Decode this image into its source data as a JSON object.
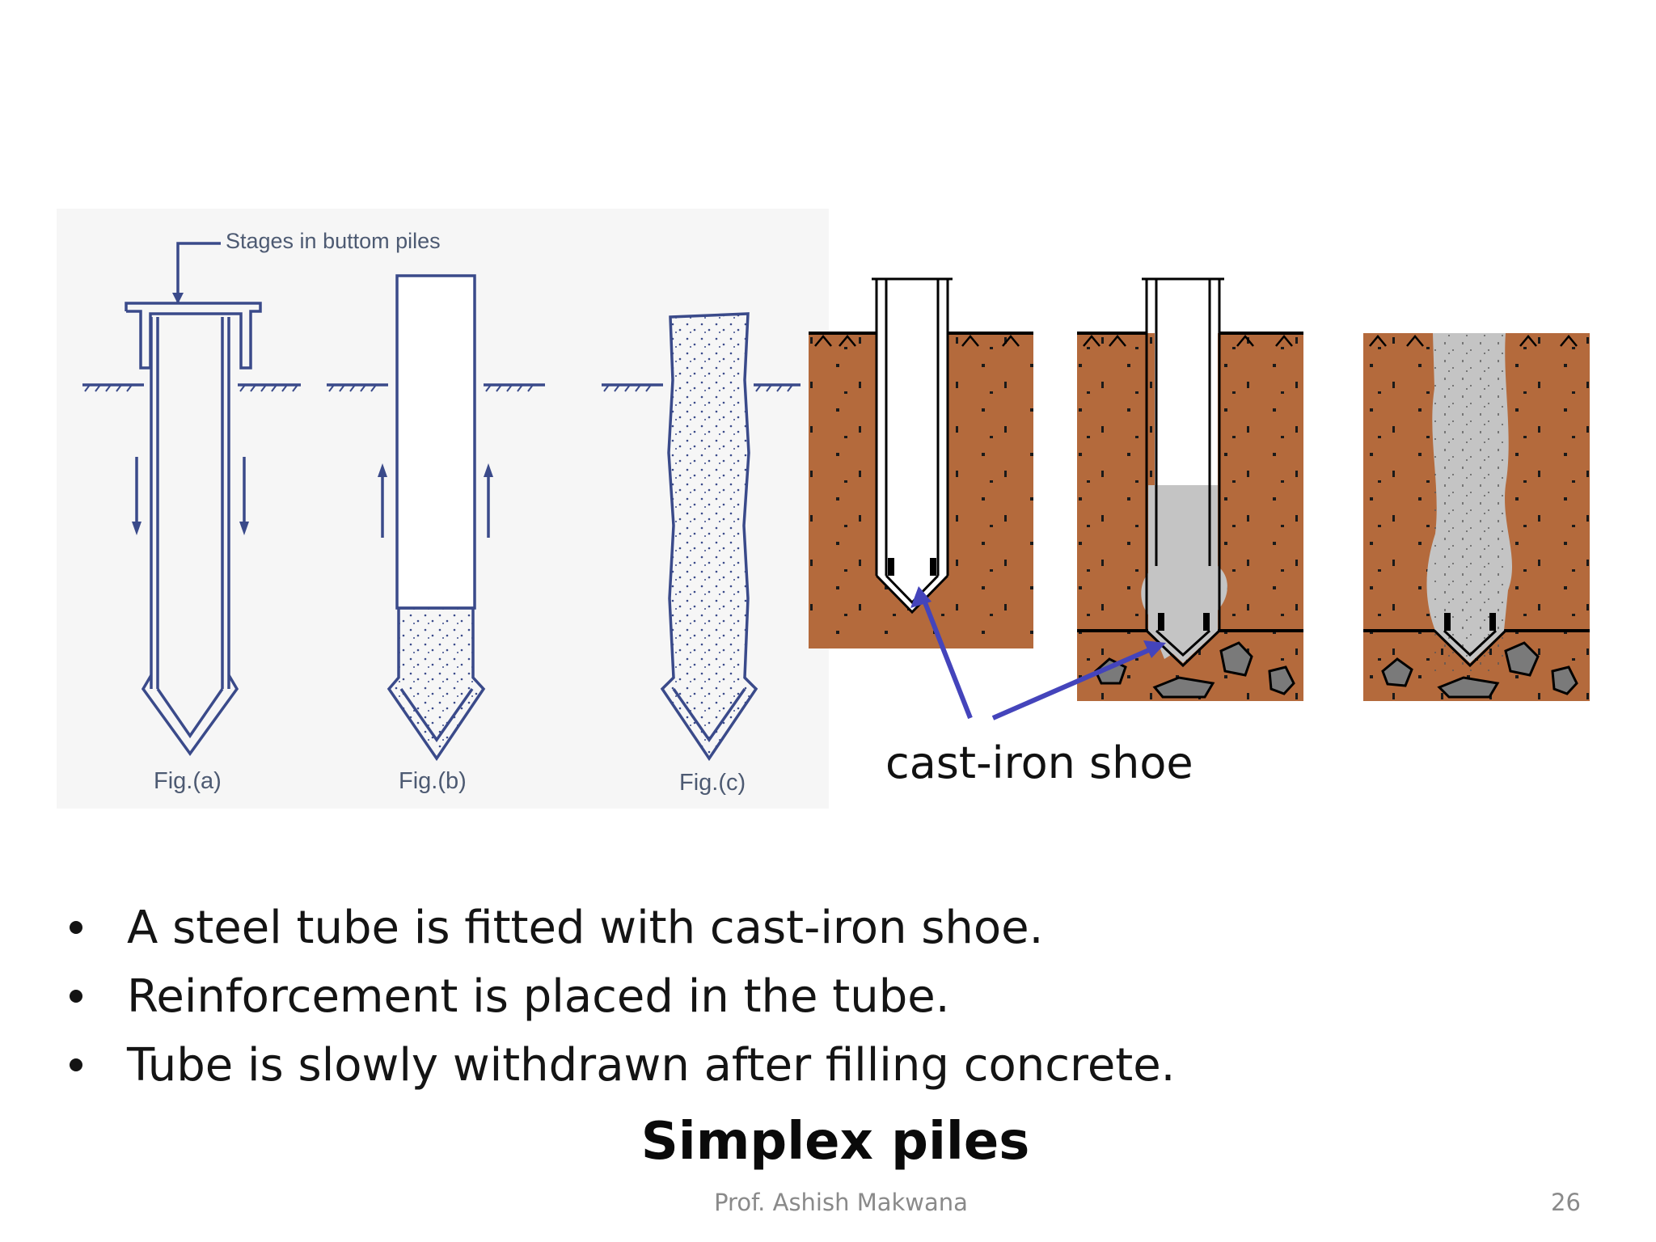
{
  "left_figure": {
    "stages_label": "Stages in buttom piles",
    "fig_a_label": "Fig.(a)",
    "fig_b_label": "Fig.(b)",
    "fig_c_label": "Fig.(c)"
  },
  "right_figure": {
    "shoe_label": "cast-iron shoe"
  },
  "bullets": [
    "A steel tube is fitted with cast-iron shoe.",
    "Reinforcement is placed in the tube.",
    "Tube is slowly withdrawn after filling concrete."
  ],
  "title": "Simplex piles",
  "footer": {
    "author": "Prof. Ashish Makwana",
    "page_number": "26"
  },
  "colors": {
    "line_drawing": "#3a4a8a",
    "soil": "#b46a3c",
    "concrete": "#c4c4c4",
    "arrow": "#4444bb"
  }
}
